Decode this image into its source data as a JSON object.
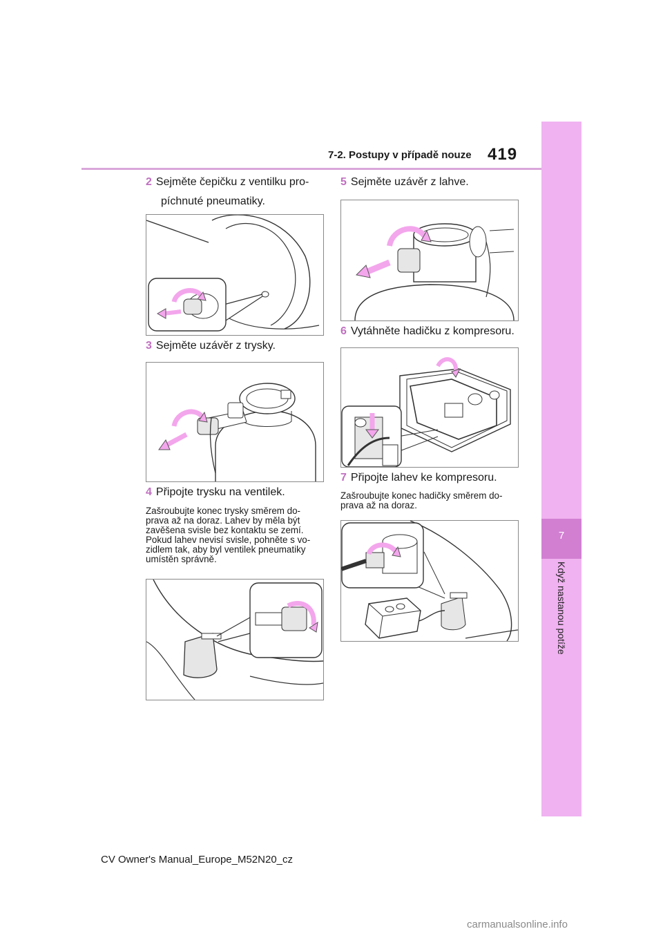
{
  "header": {
    "section": "7-2. Postupy v případě nouze",
    "page_number": "419"
  },
  "sidebar": {
    "chapter_number": "7",
    "chapter_title": "Když nastanou potíže"
  },
  "steps": [
    {
      "num": "2",
      "line1": "Sejměte čepičku z ventilku pro-",
      "line2": "píchnuté pneumatiky."
    },
    {
      "num": "3",
      "text": "Sejměte uzávěr z trysky."
    },
    {
      "num": "4",
      "text": "Připojte trysku na ventilek.",
      "note": [
        "Zašroubujte konec trysky směrem do-",
        "prava až na doraz. Lahev by měla být",
        "zavěšena svisle bez kontaktu se zemí.",
        "Pokud lahev nevisí svisle, pohněte s vo-",
        "zidlem tak, aby byl ventilek pneumatiky",
        "umístěn správně."
      ]
    },
    {
      "num": "5",
      "text": "Sejměte uzávěr z lahve."
    },
    {
      "num": "6",
      "text": "Vytáhněte hadičku z kompresoru."
    },
    {
      "num": "7",
      "text": "Připojte lahev ke kompresoru.",
      "note": [
        "Zašroubujte konec hadičky směrem do-",
        "prava až na doraz."
      ]
    }
  ],
  "colors": {
    "accent": "#c070c0",
    "sidetab": "#f0b2f0",
    "sidetab_dark": "#d27fd2",
    "arrow": "#f3a6ec"
  },
  "footer": {
    "manual": "CV Owner's Manual_Europe_M52N20_cz"
  },
  "watermark": "carmanualsonline.info"
}
